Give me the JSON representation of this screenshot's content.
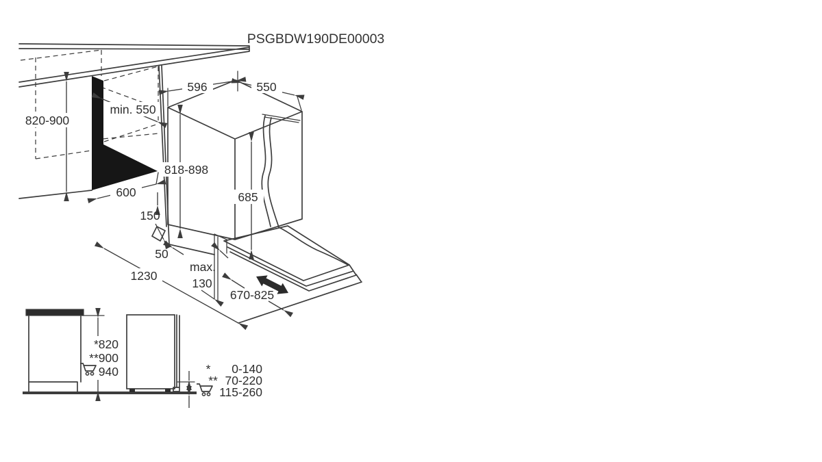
{
  "title": "PSGBDW190DE00003",
  "main_diagram": {
    "niche_height": "820-900",
    "niche_depth": "min. 550",
    "niche_width": "600",
    "appliance_top_width": "596",
    "appliance_top_depth": "550",
    "appliance_height": "818-898",
    "door_panel_height": "685",
    "plinth_height": "150",
    "side_clearance": "50",
    "required_depth_door_open": "1230",
    "plinth_recess_label": "max.",
    "plinth_recess_value": "130",
    "door_open_projection": "670-825"
  },
  "side_views": {
    "height_options": [
      "*820",
      "**900",
      "940"
    ],
    "adjustment_legend": [
      {
        "symbol": "*",
        "value": "0-140"
      },
      {
        "symbol": "**",
        "value": "70-220"
      },
      {
        "symbol": "cart-icon",
        "value": "115-260"
      }
    ]
  },
  "colors": {
    "line": "#3d3d3d",
    "niche_fill": "#161616",
    "background": "#ffffff"
  }
}
